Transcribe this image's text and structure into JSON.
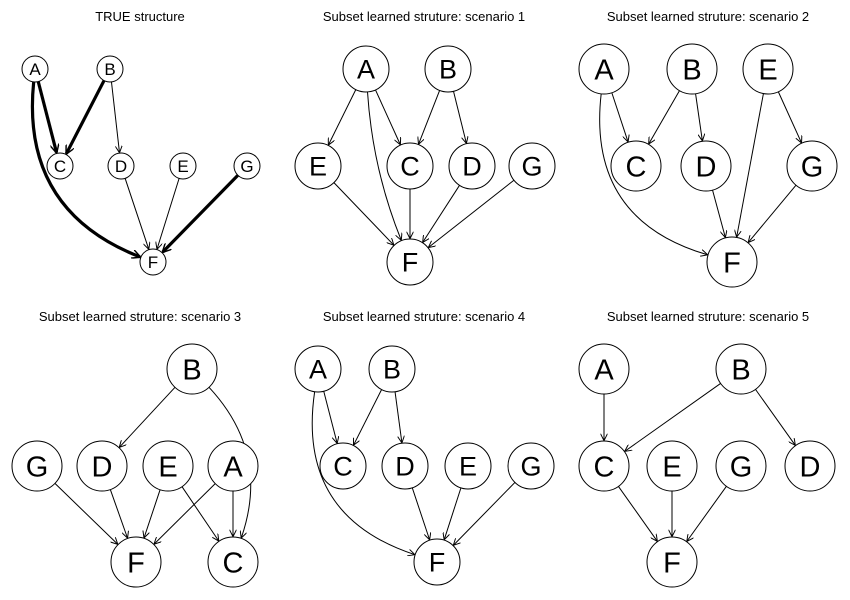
{
  "panels": [
    {
      "title": "TRUE structure",
      "nodes": [
        {
          "id": "A",
          "label": "A"
        },
        {
          "id": "B",
          "label": "B"
        },
        {
          "id": "C",
          "label": "C"
        },
        {
          "id": "D",
          "label": "D"
        },
        {
          "id": "E",
          "label": "E"
        },
        {
          "id": "G",
          "label": "G"
        },
        {
          "id": "F",
          "label": "F"
        }
      ],
      "edges": [
        {
          "from": "A",
          "to": "C"
        },
        {
          "from": "B",
          "to": "C"
        },
        {
          "from": "B",
          "to": "D"
        },
        {
          "from": "A",
          "to": "F"
        },
        {
          "from": "D",
          "to": "F"
        },
        {
          "from": "E",
          "to": "F"
        },
        {
          "from": "G",
          "to": "F"
        }
      ]
    },
    {
      "title": "Subset learned struture: scenario 1",
      "nodes": [
        {
          "id": "A",
          "label": "A"
        },
        {
          "id": "B",
          "label": "B"
        },
        {
          "id": "E",
          "label": "E"
        },
        {
          "id": "C",
          "label": "C"
        },
        {
          "id": "D",
          "label": "D"
        },
        {
          "id": "G",
          "label": "G"
        },
        {
          "id": "F",
          "label": "F"
        }
      ],
      "edges": [
        {
          "from": "A",
          "to": "E"
        },
        {
          "from": "A",
          "to": "C"
        },
        {
          "from": "A",
          "to": "F"
        },
        {
          "from": "B",
          "to": "C"
        },
        {
          "from": "B",
          "to": "D"
        },
        {
          "from": "E",
          "to": "F"
        },
        {
          "from": "C",
          "to": "F"
        },
        {
          "from": "D",
          "to": "F"
        },
        {
          "from": "G",
          "to": "F"
        }
      ]
    },
    {
      "title": "Subset learned struture: scenario 2",
      "nodes": [
        {
          "id": "A",
          "label": "A"
        },
        {
          "id": "B",
          "label": "B"
        },
        {
          "id": "E",
          "label": "E"
        },
        {
          "id": "C",
          "label": "C"
        },
        {
          "id": "D",
          "label": "D"
        },
        {
          "id": "G",
          "label": "G"
        },
        {
          "id": "F",
          "label": "F"
        }
      ],
      "edges": [
        {
          "from": "A",
          "to": "C"
        },
        {
          "from": "A",
          "to": "F"
        },
        {
          "from": "B",
          "to": "C"
        },
        {
          "from": "B",
          "to": "D"
        },
        {
          "from": "E",
          "to": "G"
        },
        {
          "from": "E",
          "to": "F"
        },
        {
          "from": "D",
          "to": "F"
        },
        {
          "from": "G",
          "to": "F"
        }
      ]
    },
    {
      "title": "Subset learned struture: scenario 3",
      "nodes": [
        {
          "id": "B",
          "label": "B"
        },
        {
          "id": "G",
          "label": "G"
        },
        {
          "id": "D",
          "label": "D"
        },
        {
          "id": "E",
          "label": "E"
        },
        {
          "id": "A",
          "label": "A"
        },
        {
          "id": "F",
          "label": "F"
        },
        {
          "id": "C",
          "label": "C"
        }
      ],
      "edges": [
        {
          "from": "B",
          "to": "D"
        },
        {
          "from": "B",
          "to": "C"
        },
        {
          "from": "G",
          "to": "F"
        },
        {
          "from": "D",
          "to": "F"
        },
        {
          "from": "E",
          "to": "F"
        },
        {
          "from": "E",
          "to": "C"
        },
        {
          "from": "A",
          "to": "F"
        },
        {
          "from": "A",
          "to": "C"
        }
      ]
    },
    {
      "title": "Subset learned struture: scenario 4",
      "nodes": [
        {
          "id": "A",
          "label": "A"
        },
        {
          "id": "B",
          "label": "B"
        },
        {
          "id": "C",
          "label": "C"
        },
        {
          "id": "D",
          "label": "D"
        },
        {
          "id": "E",
          "label": "E"
        },
        {
          "id": "G",
          "label": "G"
        },
        {
          "id": "F",
          "label": "F"
        }
      ],
      "edges": [
        {
          "from": "A",
          "to": "C"
        },
        {
          "from": "A",
          "to": "F"
        },
        {
          "from": "B",
          "to": "C"
        },
        {
          "from": "B",
          "to": "D"
        },
        {
          "from": "D",
          "to": "F"
        },
        {
          "from": "E",
          "to": "F"
        },
        {
          "from": "G",
          "to": "F"
        }
      ]
    },
    {
      "title": "Subset learned struture: scenario 5",
      "nodes": [
        {
          "id": "A",
          "label": "A"
        },
        {
          "id": "B",
          "label": "B"
        },
        {
          "id": "C",
          "label": "C"
        },
        {
          "id": "E",
          "label": "E"
        },
        {
          "id": "G",
          "label": "G"
        },
        {
          "id": "D",
          "label": "D"
        },
        {
          "id": "F",
          "label": "F"
        }
      ],
      "edges": [
        {
          "from": "A",
          "to": "C"
        },
        {
          "from": "B",
          "to": "C"
        },
        {
          "from": "B",
          "to": "D"
        },
        {
          "from": "C",
          "to": "F"
        },
        {
          "from": "E",
          "to": "F"
        },
        {
          "from": "G",
          "to": "F"
        }
      ]
    }
  ]
}
